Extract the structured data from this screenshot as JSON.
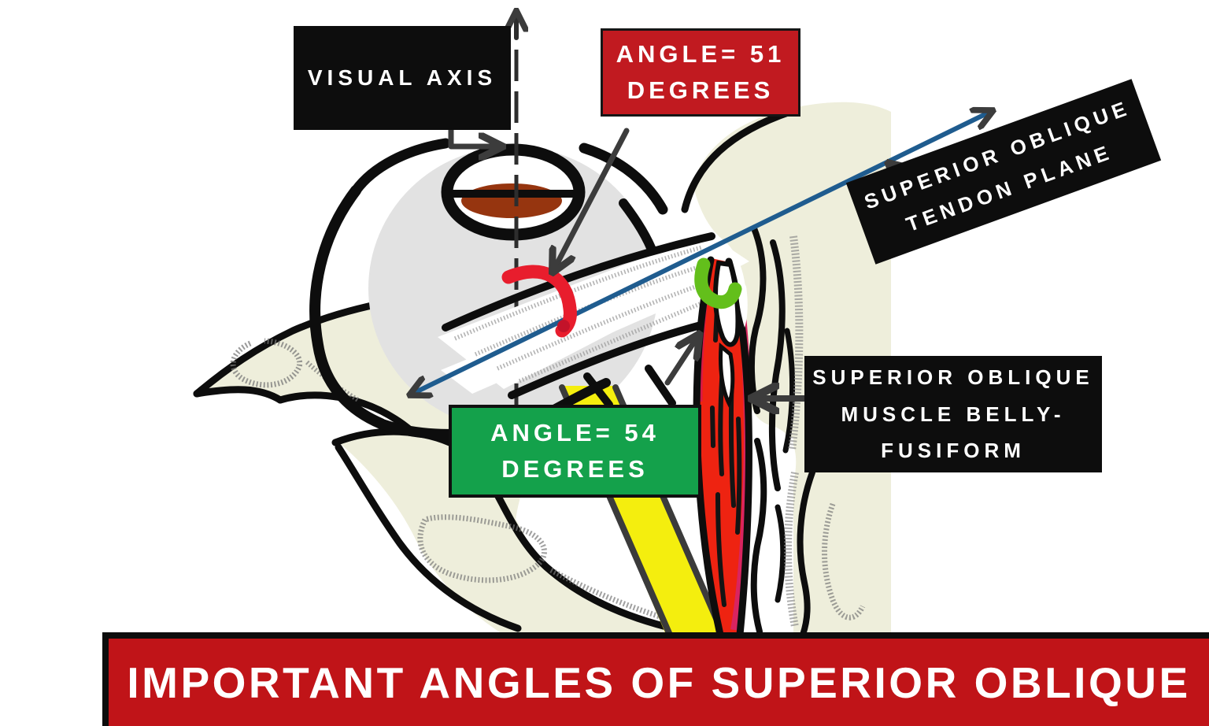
{
  "figure": {
    "banner": {
      "text": "IMPORTANT ANGLES OF SUPERIOR OBLIQUE"
    },
    "labels": {
      "visual_axis": {
        "lines": [
          "VISUAL AXIS"
        ]
      },
      "angle_51": {
        "lines": [
          "ANGLE= 51",
          "DEGREES"
        ]
      },
      "tendon_plane": {
        "lines": [
          "SUPERIOR OBLIQUE",
          "TENDON PLANE"
        ]
      },
      "angle_54": {
        "lines": [
          "ANGLE= 54",
          "DEGREES"
        ]
      },
      "muscle_belly": {
        "lines": [
          "SUPERIOR OBLIQUE",
          "MUSCLE BELLY-",
          "FUSIFORM"
        ]
      }
    },
    "colors": {
      "banner_red": "#c01418",
      "label_red": "#c11a20",
      "label_green": "#14a14b",
      "label_black": "#0d0d0d",
      "bone_cream": "#eeeedb",
      "eyeball_gray": "#e2e2e2",
      "iris_brown": "#96350f",
      "muscle_red": "#ee2311",
      "muscle_crimson": "#d92460",
      "tendon_plane_blue": "#1f5c8f",
      "trochlea_green": "#63bf1b",
      "angle_arc_red": "#e81d2d",
      "yellow_muscle": "#f4ee0e",
      "arrow_gray": "#3c3c3c",
      "text_white": "#ffffff"
    }
  }
}
